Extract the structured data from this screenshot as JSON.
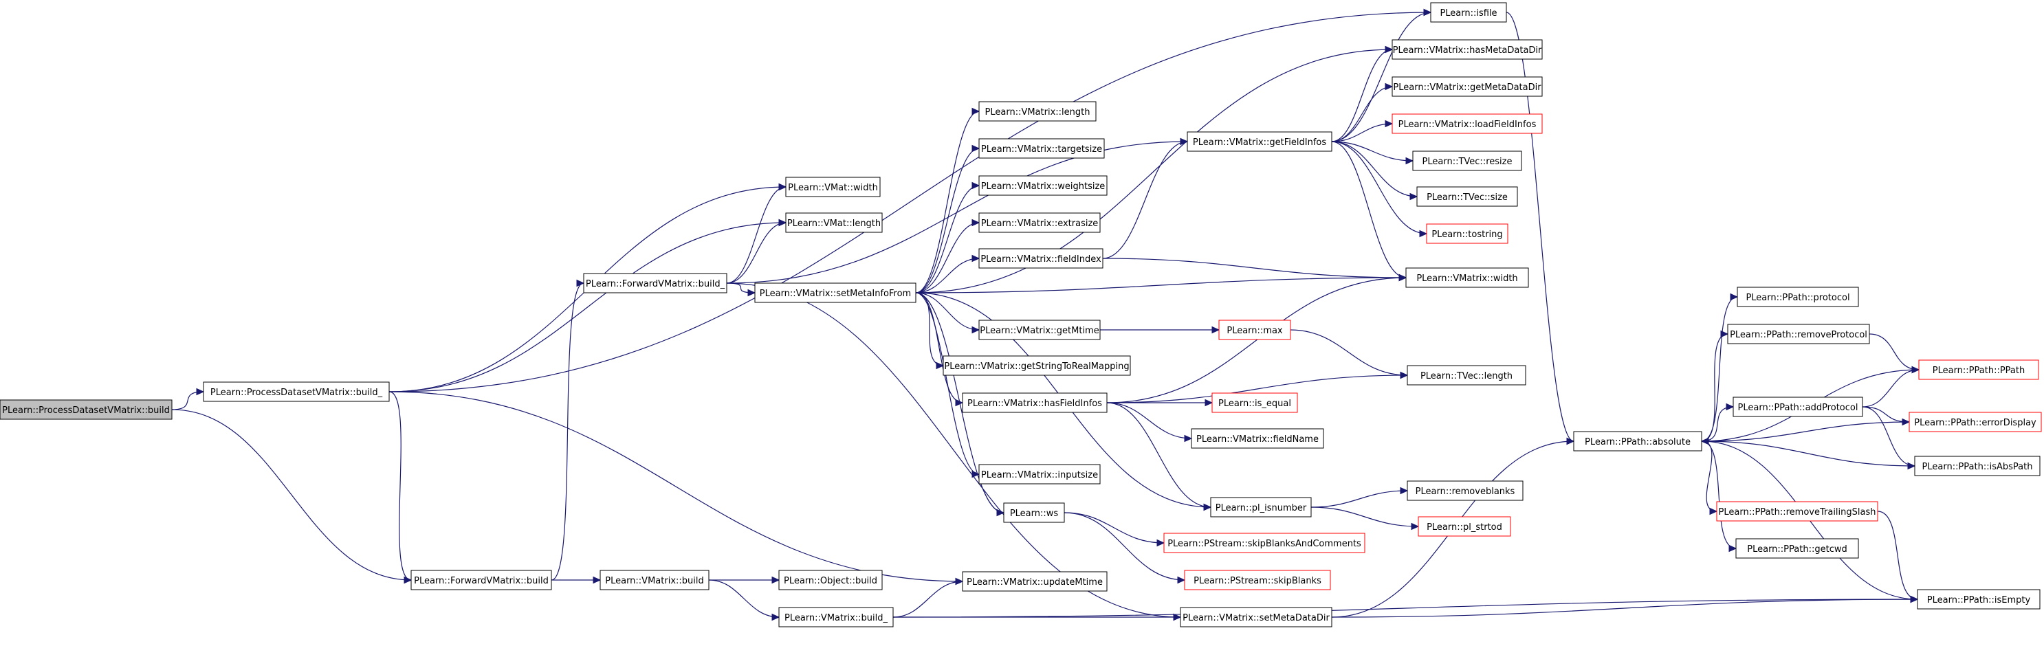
{
  "colors": {
    "edge": "#191970",
    "node_border": "#000000",
    "node_border_truncated": "#ff0000",
    "node_fill": "#ffffff",
    "root_fill": "#bfbfbf"
  },
  "nodes": [
    {
      "id": "root",
      "label": "PLearn::ProcessDatasetVMatrix::build",
      "root": true
    },
    {
      "id": "pdv_build_",
      "label": "PLearn::ProcessDatasetVMatrix::build_"
    },
    {
      "id": "fwd_build",
      "label": "PLearn::ForwardVMatrix::build"
    },
    {
      "id": "fwd_build_",
      "label": "PLearn::ForwardVMatrix::build_"
    },
    {
      "id": "vmat_width",
      "label": "PLearn::VMat::width"
    },
    {
      "id": "vmat_length",
      "label": "PLearn::VMat::length"
    },
    {
      "id": "vmatrix_build",
      "label": "PLearn::VMatrix::build"
    },
    {
      "id": "vmatrix_build_",
      "label": "PLearn::VMatrix::build_"
    },
    {
      "id": "setmetainfofrom",
      "label": "PLearn::VMatrix::setMetaInfoFrom"
    },
    {
      "id": "object_build",
      "label": "PLearn::Object::build"
    },
    {
      "id": "updatemtime",
      "label": "PLearn::VMatrix::updateMtime"
    },
    {
      "id": "vm_length",
      "label": "PLearn::VMatrix::length"
    },
    {
      "id": "targetsize",
      "label": "PLearn::VMatrix::targetsize"
    },
    {
      "id": "weightsize",
      "label": "PLearn::VMatrix::weightsize"
    },
    {
      "id": "extrasize",
      "label": "PLearn::VMatrix::extrasize"
    },
    {
      "id": "fieldindex",
      "label": "PLearn::VMatrix::fieldIndex"
    },
    {
      "id": "getmtime",
      "label": "PLearn::VMatrix::getMtime"
    },
    {
      "id": "getstrtoreal",
      "label": "PLearn::VMatrix::getStringToRealMapping"
    },
    {
      "id": "hasfieldinfos",
      "label": "PLearn::VMatrix::hasFieldInfos"
    },
    {
      "id": "inputsize",
      "label": "PLearn::VMatrix::inputsize"
    },
    {
      "id": "ws",
      "label": "PLearn::ws"
    },
    {
      "id": "getfieldinfos",
      "label": "PLearn::VMatrix::getFieldInfos"
    },
    {
      "id": "max",
      "label": "PLearn::max",
      "truncated": true
    },
    {
      "id": "is_equal",
      "label": "PLearn::is_equal",
      "truncated": true
    },
    {
      "id": "fieldname",
      "label": "PLearn::VMatrix::fieldName"
    },
    {
      "id": "pl_isnumber",
      "label": "PLearn::pl_isnumber"
    },
    {
      "id": "skipblanksandcomments",
      "label": "PLearn::PStream::skipBlanksAndComments",
      "truncated": true
    },
    {
      "id": "skipblanks",
      "label": "PLearn::PStream::skipBlanks",
      "truncated": true
    },
    {
      "id": "setmetadatadir",
      "label": "PLearn::VMatrix::setMetaDataDir"
    },
    {
      "id": "isfile",
      "label": "PLearn::isfile"
    },
    {
      "id": "hasmetadatadir",
      "label": "PLearn::VMatrix::hasMetaDataDir"
    },
    {
      "id": "getmetadatadir",
      "label": "PLearn::VMatrix::getMetaDataDir"
    },
    {
      "id": "loadfieldinfos",
      "label": "PLearn::VMatrix::loadFieldInfos",
      "truncated": true
    },
    {
      "id": "tvec_resize",
      "label": "PLearn::TVec::resize"
    },
    {
      "id": "tvec_size",
      "label": "PLearn::TVec::size"
    },
    {
      "id": "tostring",
      "label": "PLearn::tostring",
      "truncated": true
    },
    {
      "id": "vm_width",
      "label": "PLearn::VMatrix::width"
    },
    {
      "id": "tvec_length",
      "label": "PLearn::TVec::length"
    },
    {
      "id": "removeblanks",
      "label": "PLearn::removeblanks"
    },
    {
      "id": "pl_strtod",
      "label": "PLearn::pl_strtod",
      "truncated": true
    },
    {
      "id": "ppath_absolute",
      "label": "PLearn::PPath::absolute"
    },
    {
      "id": "ppath_protocol",
      "label": "PLearn::PPath::protocol"
    },
    {
      "id": "ppath_removeprotocol",
      "label": "PLearn::PPath::removeProtocol"
    },
    {
      "id": "ppath_addprotocol",
      "label": "PLearn::PPath::addProtocol"
    },
    {
      "id": "ppath_removetrailingslash",
      "label": "PLearn::PPath::removeTrailingSlash",
      "truncated": true
    },
    {
      "id": "ppath_getcwd",
      "label": "PLearn::PPath::getcwd"
    },
    {
      "id": "ppath_ppath",
      "label": "PLearn::PPath::PPath",
      "truncated": true
    },
    {
      "id": "ppath_errordisplay",
      "label": "PLearn::PPath::errorDisplay",
      "truncated": true
    },
    {
      "id": "ppath_isabspath",
      "label": "PLearn::PPath::isAbsPath"
    },
    {
      "id": "ppath_isempty",
      "label": "PLearn::PPath::isEmpty"
    }
  ],
  "edges": [
    {
      "from": "root",
      "to": "pdv_build_"
    },
    {
      "from": "root",
      "to": "fwd_build"
    },
    {
      "from": "pdv_build_",
      "to": "fwd_build"
    },
    {
      "from": "pdv_build_",
      "to": "vmat_width"
    },
    {
      "from": "pdv_build_",
      "to": "vmat_length"
    },
    {
      "from": "pdv_build_",
      "to": "isfile"
    },
    {
      "from": "pdv_build_",
      "to": "updatemtime"
    },
    {
      "from": "fwd_build",
      "to": "fwd_build_"
    },
    {
      "from": "fwd_build",
      "to": "vmatrix_build"
    },
    {
      "from": "fwd_build_",
      "to": "vmat_width"
    },
    {
      "from": "fwd_build_",
      "to": "vmat_length"
    },
    {
      "from": "fwd_build_",
      "to": "setmetainfofrom"
    },
    {
      "from": "fwd_build_",
      "to": "setmetadatadir"
    },
    {
      "from": "fwd_build_",
      "to": "getfieldinfos"
    },
    {
      "from": "vmatrix_build",
      "to": "object_build"
    },
    {
      "from": "vmatrix_build",
      "to": "vmatrix_build_"
    },
    {
      "from": "vmatrix_build_",
      "to": "updatemtime"
    },
    {
      "from": "vmatrix_build_",
      "to": "setmetadatadir"
    },
    {
      "from": "vmatrix_build_",
      "to": "ppath_isempty"
    },
    {
      "from": "setmetainfofrom",
      "to": "vm_length"
    },
    {
      "from": "setmetainfofrom",
      "to": "targetsize"
    },
    {
      "from": "setmetainfofrom",
      "to": "weightsize"
    },
    {
      "from": "setmetainfofrom",
      "to": "extrasize"
    },
    {
      "from": "setmetainfofrom",
      "to": "fieldindex"
    },
    {
      "from": "setmetainfofrom",
      "to": "getmtime"
    },
    {
      "from": "setmetainfofrom",
      "to": "getstrtoreal"
    },
    {
      "from": "setmetainfofrom",
      "to": "hasfieldinfos"
    },
    {
      "from": "setmetainfofrom",
      "to": "inputsize"
    },
    {
      "from": "setmetainfofrom",
      "to": "ws"
    },
    {
      "from": "setmetainfofrom",
      "to": "vm_width"
    },
    {
      "from": "setmetainfofrom",
      "to": "pl_isnumber"
    },
    {
      "from": "setmetainfofrom",
      "to": "hasmetadatadir"
    },
    {
      "from": "fieldindex",
      "to": "getfieldinfos"
    },
    {
      "from": "fieldindex",
      "to": "vm_width"
    },
    {
      "from": "getmtime",
      "to": "max"
    },
    {
      "from": "max",
      "to": "tvec_length"
    },
    {
      "from": "hasfieldinfos",
      "to": "vm_width"
    },
    {
      "from": "hasfieldinfos",
      "to": "is_equal"
    },
    {
      "from": "hasfieldinfos",
      "to": "fieldname"
    },
    {
      "from": "hasfieldinfos",
      "to": "pl_isnumber"
    },
    {
      "from": "hasfieldinfos",
      "to": "tvec_length"
    },
    {
      "from": "ws",
      "to": "skipblanksandcomments"
    },
    {
      "from": "ws",
      "to": "skipblanks"
    },
    {
      "from": "pl_isnumber",
      "to": "removeblanks"
    },
    {
      "from": "pl_isnumber",
      "to": "pl_strtod"
    },
    {
      "from": "getfieldinfos",
      "to": "isfile"
    },
    {
      "from": "getfieldinfos",
      "to": "hasmetadatadir"
    },
    {
      "from": "getfieldinfos",
      "to": "getmetadatadir"
    },
    {
      "from": "getfieldinfos",
      "to": "loadfieldinfos"
    },
    {
      "from": "getfieldinfos",
      "to": "tvec_resize"
    },
    {
      "from": "getfieldinfos",
      "to": "tvec_size"
    },
    {
      "from": "getfieldinfos",
      "to": "tostring"
    },
    {
      "from": "getfieldinfos",
      "to": "vm_width"
    },
    {
      "from": "isfile",
      "to": "ppath_absolute"
    },
    {
      "from": "setmetadatadir",
      "to": "ppath_absolute"
    },
    {
      "from": "setmetadatadir",
      "to": "ppath_isempty"
    },
    {
      "from": "ppath_absolute",
      "to": "ppath_protocol"
    },
    {
      "from": "ppath_absolute",
      "to": "ppath_removeprotocol"
    },
    {
      "from": "ppath_absolute",
      "to": "ppath_ppath"
    },
    {
      "from": "ppath_absolute",
      "to": "ppath_addprotocol"
    },
    {
      "from": "ppath_absolute",
      "to": "ppath_removetrailingslash"
    },
    {
      "from": "ppath_absolute",
      "to": "ppath_getcwd"
    },
    {
      "from": "ppath_absolute",
      "to": "ppath_isempty"
    },
    {
      "from": "ppath_removeprotocol",
      "to": "ppath_ppath"
    },
    {
      "from": "ppath_addprotocol",
      "to": "ppath_ppath"
    },
    {
      "from": "ppath_addprotocol",
      "to": "ppath_errordisplay"
    },
    {
      "from": "ppath_addprotocol",
      "to": "ppath_isabspath"
    },
    {
      "from": "ppath_errordisplay",
      "to": "ppath_absolute"
    },
    {
      "from": "ppath_isabspath",
      "to": "ppath_absolute"
    },
    {
      "from": "ppath_removetrailingslash",
      "to": "ppath_isempty"
    }
  ]
}
